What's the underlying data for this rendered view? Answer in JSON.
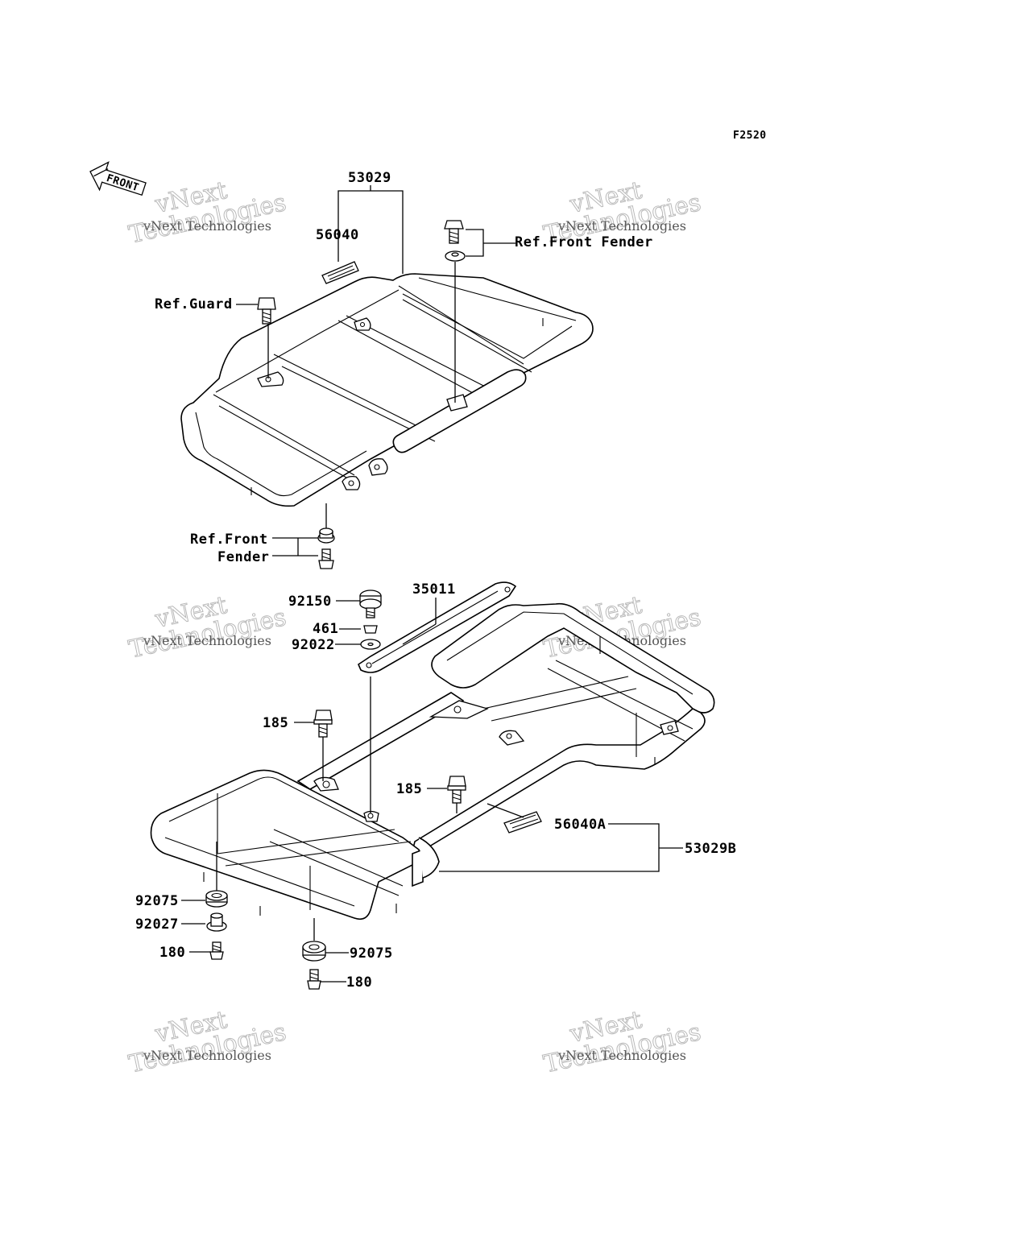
{
  "figure": {
    "code": "F2520",
    "front_label": "FRONT"
  },
  "watermark": {
    "word1": "vNext",
    "word2": "Technologies",
    "small": "vNext Technologies"
  },
  "labels": {
    "l53029": "53029",
    "l56040": "56040",
    "ref_front_fender_top": "Ref.Front Fender",
    "ref_guard": "Ref.Guard",
    "ref_front_l1": "Ref.Front",
    "ref_front_l2": "Fender",
    "l35011": "35011",
    "l92150": "92150",
    "l461": "461",
    "l92022": "92022",
    "l185a": "185",
    "l185b": "185",
    "l56040a": "56040A",
    "l53029b": "53029B",
    "l92075a": "92075",
    "l92027": "92027",
    "l180a": "180",
    "l92075b": "92075",
    "l180b": "180"
  }
}
